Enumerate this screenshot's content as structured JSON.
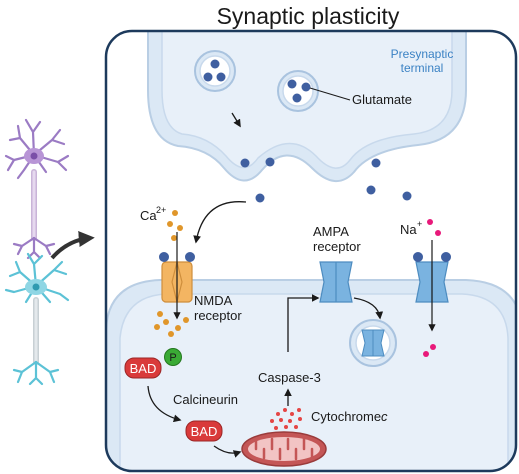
{
  "title": "Synaptic plasticity",
  "labels": {
    "presynaptic_line1": "Presynaptic",
    "presynaptic_line2": "terminal",
    "glutamate": "Glutamate",
    "calcium": "Ca",
    "calcium_charge": "2+",
    "sodium": "Na",
    "sodium_charge": "+",
    "ampa_line1": "AMPA",
    "ampa_line2": "receptor",
    "nmda_line1": "NMDA",
    "nmda_line2": "receptor",
    "bad_1": "BAD",
    "bad_2": "BAD",
    "phospho": "P",
    "calcineurin": "Calcineurin",
    "caspase": "Caspase-3",
    "cytochrome": "Cytochrome",
    "cytochrome_italic": "c"
  },
  "colors": {
    "membrane": "#dbe8f5",
    "membrane_outline": "#b9cee4",
    "frame": "#1d3a5c",
    "vesicle_ball": "#3f5fa0",
    "calcium": "#e0962a",
    "sodium": "#e8197a",
    "nmda": "#f3b562",
    "ampa": "#7ab3e0",
    "bad": "#d93a3a",
    "phospho": "#3aaa35",
    "mito": "#c45656",
    "cytc": "#e54545",
    "accent_text": "#3b82c4"
  }
}
